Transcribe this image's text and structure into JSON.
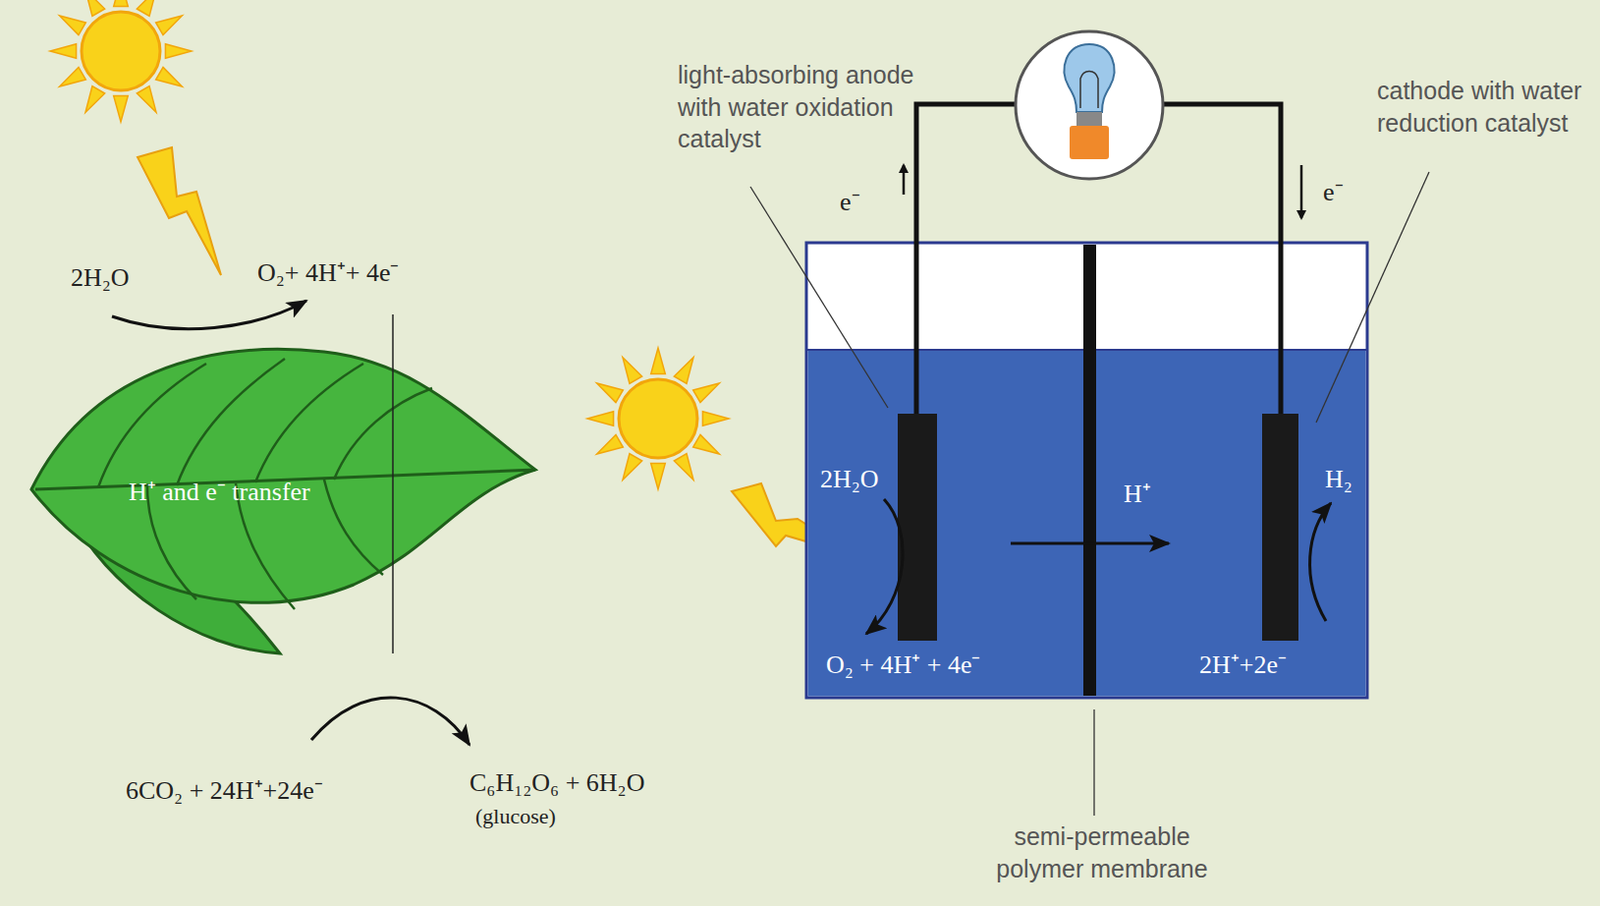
{
  "diagram": {
    "nodes": [
      {
        "text": [
          "H⁺ and e⁻ transfer"
        ]
      },
      {
        "text": [
          "2H₂O",
          "O₂ + 4H⁺ + 4e⁻",
          "H⁺",
          "H₂",
          "2H⁺+2e⁻"
        ]
      }
    ],
    "labels": [
      "2H₂O",
      "O₂+ 4H⁺+ 4e⁻",
      "6CO₂ + 24H⁺+24e⁻",
      "C₆H₁₂O₆ + 6H₂O",
      "(glucose)",
      "light-absorbing anode with water oxidation catalyst",
      "cathode with water reduction catalyst",
      "semi-permeable polymer membrane",
      "e⁻",
      "e⁻"
    ]
  }
}
